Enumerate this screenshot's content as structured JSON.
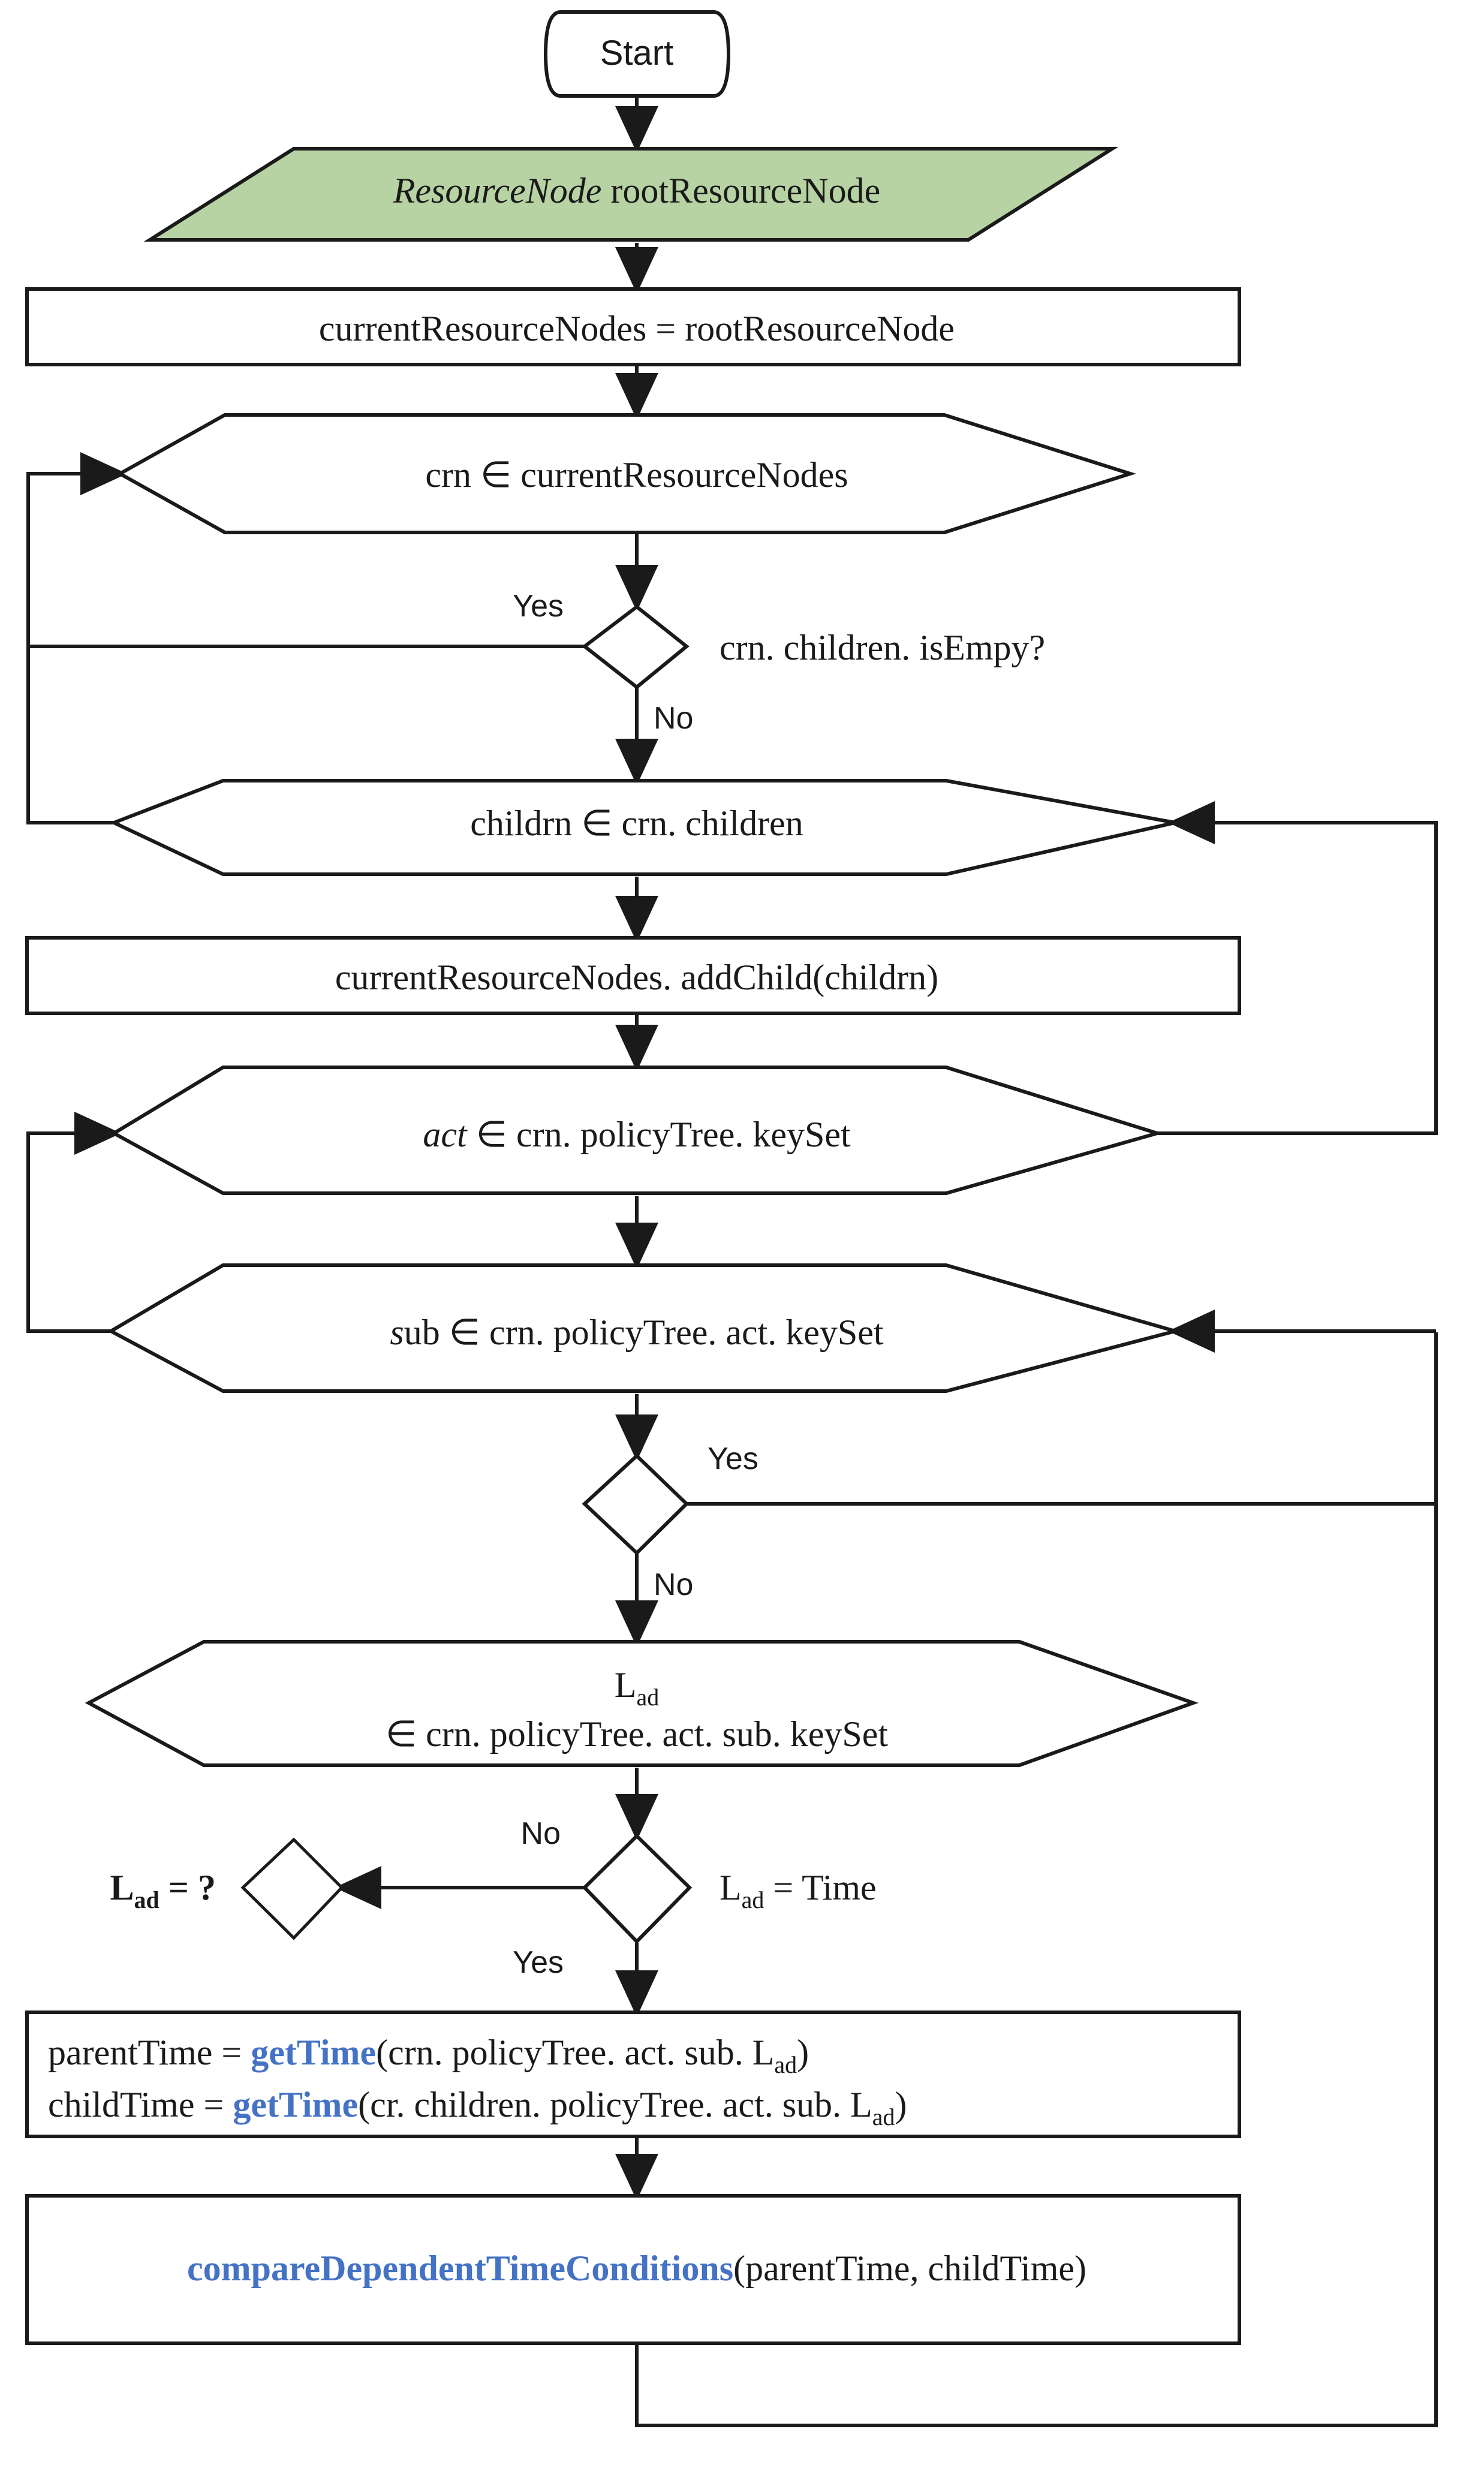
{
  "diagram": {
    "title": "ResourceNode policy tree traversal flowchart",
    "colors": {
      "input_fill": "#b7d3a3",
      "stroke": "#1a1a1a",
      "accent_blue": "#4472c4",
      "background": "#ffffff"
    },
    "nodes": {
      "start": {
        "label": "Start",
        "shape": "terminator"
      },
      "input_root": {
        "italic": "ResourceNode",
        "rest": " rootResourceNode",
        "shape": "parallelogram"
      },
      "assign_current": {
        "label": "currentResourceNodes = rootResourceNode",
        "shape": "process"
      },
      "loop_crn": {
        "label": "crn  ∈ currentResourceNodes",
        "shape": "hexagon"
      },
      "dec_isempty": {
        "label": "crn. children. isEmpy?",
        "shape": "diamond",
        "yes": "Yes",
        "no": "No"
      },
      "loop_childrn": {
        "label": "childrn  ∈ crn. children",
        "shape": "hexagon"
      },
      "add_child": {
        "label": "currentResourceNodes. addChild(childrn)",
        "shape": "process"
      },
      "loop_act": {
        "italic": "act",
        "rest": "  ∈ crn. policyTree. keySet",
        "shape": "hexagon"
      },
      "loop_sub": {
        "italic": "s",
        "rest": "ub  ∈ crn. policyTree. act. keySet",
        "shape": "hexagon"
      },
      "dec_blank": {
        "label": "",
        "shape": "diamond",
        "yes": "Yes",
        "no": "No"
      },
      "loop_lad": {
        "line1_main": "L",
        "line1_sub": "ad",
        "line2": "∈ crn. policyTree. act. sub. keySet",
        "shape": "hexagon"
      },
      "dec_lad_time": {
        "label_main": "L",
        "label_sub": "ad",
        "label_rest": " = Time",
        "shape": "diamond",
        "yes": "Yes",
        "no": "No"
      },
      "dec_lad_q": {
        "label_main": "L",
        "label_sub": "ad",
        "label_rest": " = ?",
        "shape": "diamond"
      },
      "get_times": {
        "shape": "process",
        "line1": {
          "pre": "parentTime = ",
          "fn": "getTime",
          "argpre": "(crn. policyTree. act. sub. L",
          "argsub": "ad",
          "argpost": ")"
        },
        "line2": {
          "pre": "childTime = ",
          "fn": "getTime",
          "argpre": "(cr. children. policyTree. act. sub. L",
          "argsub": "ad",
          "argpost": ")"
        }
      },
      "compare": {
        "shape": "process",
        "fn": "compareDependentTimeConditions",
        "args": "(parentTime, childTime)"
      }
    },
    "edge_labels": {
      "isempty_yes": "Yes",
      "isempty_no": "No",
      "blank_yes": "Yes",
      "blank_no": "No",
      "ladtime_no": "No",
      "ladtime_yes": "Yes"
    }
  }
}
